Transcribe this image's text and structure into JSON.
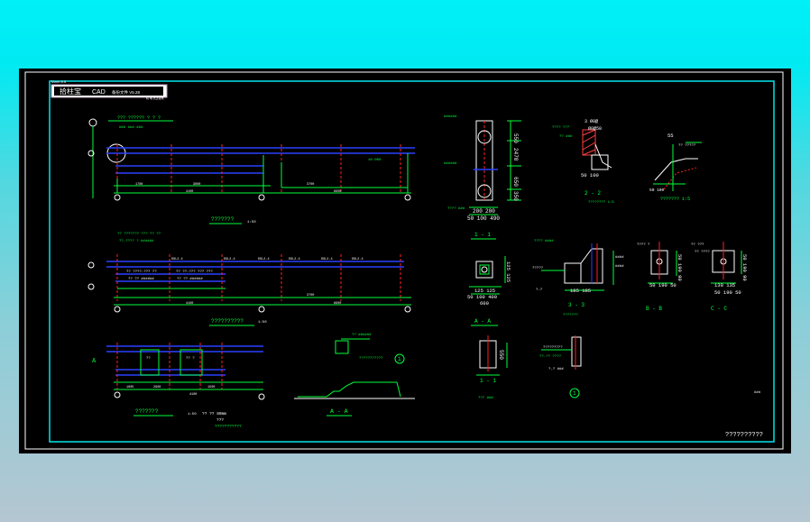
{
  "window": {
    "background": "#000000",
    "frame_color": "#00e5ee"
  },
  "title_block": {
    "top_label": "TArch 8.5",
    "brand": "拾柱宝",
    "sub": "CAD",
    "info": "备份文件 V5.28",
    "small_label": "机 电 天正建筑"
  },
  "drawing_title": "??????????",
  "page_mark": "###",
  "views": {
    "elev1": {
      "caption": "???????",
      "scale": "1:50"
    },
    "elev2": {
      "caption": "??????????",
      "scale": "1:50"
    },
    "elev3": {
      "caption": "???????",
      "scale": "1:50",
      "notes": [
        "?? ?? 80mm",
        "???",
        "???????????"
      ]
    },
    "section_aa_small": {
      "caption": "A - A"
    },
    "marker_1": {
      "label": "1"
    },
    "det_11": {
      "caption": "1 - 1"
    },
    "det_22": {
      "caption": "2 - 2"
    },
    "det_aa": {
      "caption": "A - A"
    },
    "det_33": {
      "caption": "3 - 3"
    },
    "det_bb": {
      "caption": "B - B"
    },
    "det_cc": {
      "caption": "C - C"
    },
    "det_11b": {
      "caption": "1 - 1"
    },
    "marker_1b": {
      "label": "1"
    }
  },
  "dims": {
    "d550": "550",
    "d2470": "2470",
    "d650": "650",
    "d350": "350",
    "d200a": "200",
    "d200b": "200",
    "d500": "500",
    "d400": "400",
    "d550b": "550",
    "d600": "600",
    "d100": "100"
  },
  "axis_labels": [
    "6",
    "5",
    "A"
  ],
  "colors": {
    "green": "#00ff3c",
    "blue": "#2a40ff",
    "red": "#ff2020",
    "white": "#ffffff",
    "yellow": "#ffff00",
    "cyan": "#00e5ee",
    "magenta": "#ff40ff"
  }
}
